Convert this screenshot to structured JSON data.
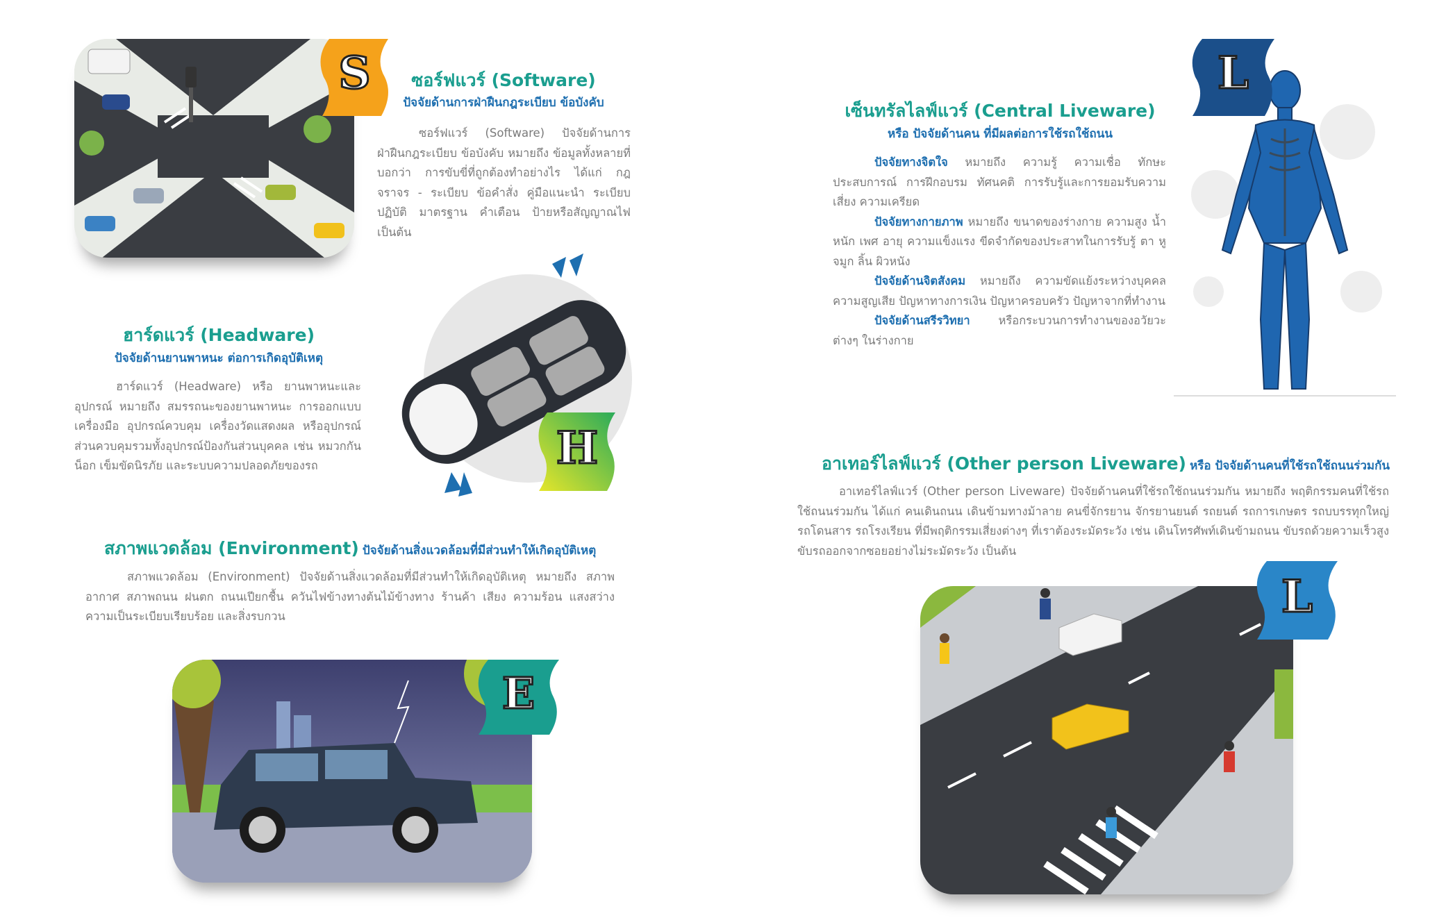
{
  "software": {
    "badge": "S",
    "title": "ซอร์ฟแวร์ (Software)",
    "subtitle": "ปัจจัยด้านการฝ่าฝืนกฎระเบียบ ข้อบังคับ",
    "body": "ซอร์ฟแวร์ (Software) ปัจจัยด้านการฝ่าฝืนกฎระเบียบ ข้อบังคับ หมายถึง ข้อมูลทั้งหลายที่บอกว่า การขับขี่ที่ถูกต้องทำอย่างไร ได้แก่ กฎจราจร - ระเบียบ ข้อคำสั่ง คู่มือแนะนำ ระเบียบปฏิบัติ มาตรฐาน คำเตือน ป้ายหรือสัญญาณไฟ เป็นต้น"
  },
  "hardware": {
    "badge": "H",
    "title": "ฮาร์ดแวร์ (Headware)",
    "subtitle": "ปัจจัยด้านยานพาหนะ ต่อการเกิดอุบัติเหตุ",
    "body": "ฮาร์ดแวร์ (Headware) หรือ ยานพาหนะและอุปกรณ์ หมายถึง สมรรถนะของยานพาหนะ การออกแบบเครื่องมือ อุปกรณ์ควบคุม เครื่องวัดแสดงผล หรืออุปกรณ์ส่วนควบคุมรวมทั้งอุปกรณ์ป้องกันส่วนบุคคล เช่น หมวกกันน็อก เข็มขัดนิรภัย และระบบความปลอดภัยของรถ"
  },
  "environment": {
    "badge": "E",
    "title": "สภาพแวดล้อม (Environment)",
    "subtitle": "ปัจจัยด้านสิ่งแวดล้อมที่มีส่วนทำให้เกิดอุบัติเหตุ",
    "body": "สภาพแวดล้อม (Environment) ปัจจัยด้านสิ่งแวดล้อมที่มีส่วนทำให้เกิดอุบัติเหตุ หมายถึง สภาพอากาศ สภาพถนน ฝนตก ถนนเปียกชื้น ควันไฟข้างทางต้นไม้ข้างทาง ร้านค้า เสียง ความร้อน แสงสว่าง ความเป็นระเบียบเรียบร้อย และสิ่งรบกวน"
  },
  "central_liveware": {
    "badge": "L",
    "title": "เซ็นทรัลไลฟ์แวร์ (Central Liveware)",
    "subtitle": "หรือ ปัจจัยด้านคน ที่มีผลต่อการใช้รถใช้ถนน",
    "factors": [
      {
        "label": "ปัจจัยทางจิตใจ",
        "text": " หมายถึง ความรู้ ความเชื่อ ทักษะ ประสบการณ์ การฝึกอบรม ทัศนคติ การรับรู้และการยอมรับความเสี่ยง ความเครียด"
      },
      {
        "label": "ปัจจัยทางกายภาพ",
        "text": " หมายถึง ขนาดของร่างกาย ความสูง น้ำหนัก เพศ อายุ ความแข็งแรง ขีดจำกัดของประสาทในการรับรู้ ตา หู จมูก ลิ้น ผิวหนัง"
      },
      {
        "label": "ปัจจัยด้านจิตสังคม",
        "text": " หมายถึง ความขัดแย้งระหว่างบุคคล ความสูญเสีย ปัญหาทางการเงิน ปัญหาครอบครัว ปัญหาจากที่ทำงาน"
      },
      {
        "label": "ปัจจัยด้านสรีรวิทยา",
        "text": " หรือกระบวนการทำงานของอวัยวะต่างๆ ในร่างกาย"
      }
    ]
  },
  "other_liveware": {
    "badge": "L",
    "title": "อาเทอร์ไลฟ์แวร์ (Other person Liveware)",
    "subtitle": "หรือ ปัจจัยด้านคนที่ใช้รถใช้ถนนร่วมกัน",
    "body": "อาเทอร์ไลฟ์แวร์ (Other person Liveware) ปัจจัยด้านคนที่ใช้รถใช้ถนนร่วมกัน หมายถึง พฤติกรรมคนที่ใช้รถใช้ถนนร่วมกัน ได้แก่ คนเดินถนน เดินข้ามทางม้าลาย คนขี่จักรยาน จักรยานยนต์ รถยนต์ รถการเกษตร รถบบรรทุกใหญ่ รถโดนสาร รถโรงเรียน ที่มีพฤติกรรมเสี่ยงต่างๆ ที่เราต้องระมัดระวัง เช่น เดินโทรศัพท์เดินข้ามถนน ขับรถด้วยความเร็วสูง ขับรถออกจากซอยอย่างไม่ระมัดระวัง เป็นต้น"
  },
  "colors": {
    "teal": "#1a9e8f",
    "blue": "#1e6fb0",
    "orange": "#f5a21b",
    "green": "#8cc63f",
    "text": "#7a7a7a"
  }
}
